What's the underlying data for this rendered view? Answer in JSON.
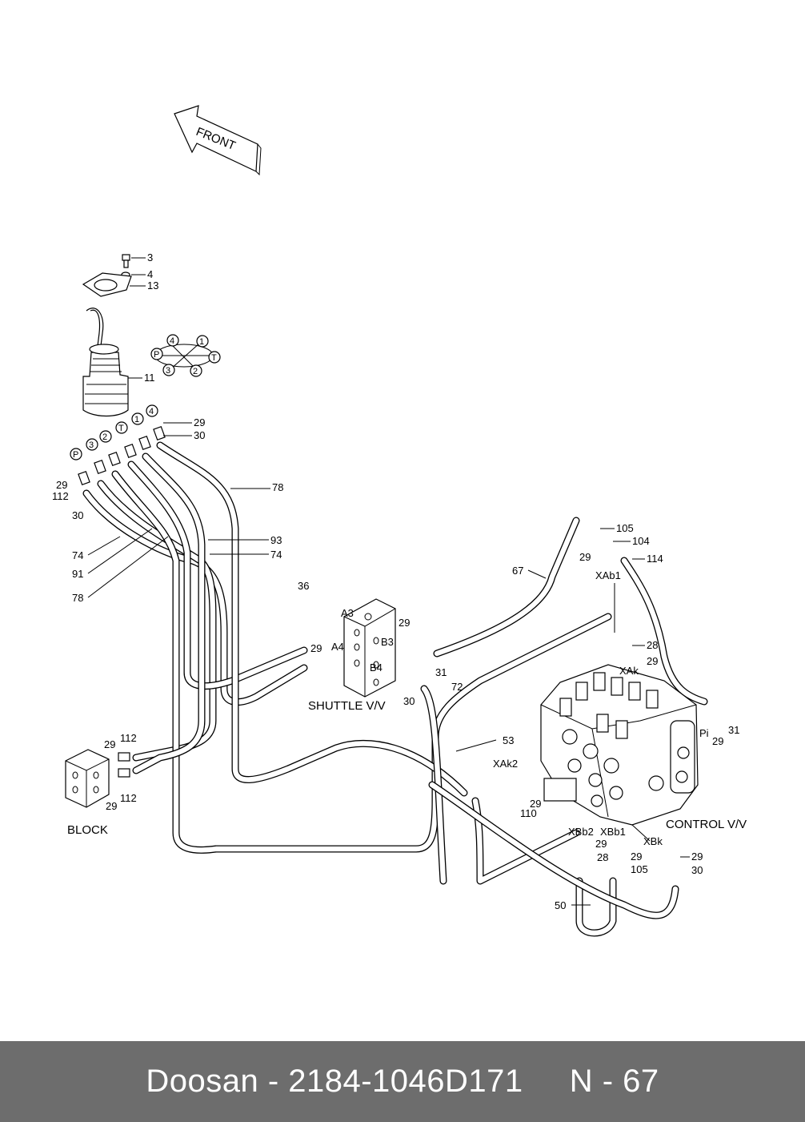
{
  "footer": {
    "text": "Doosan - 2184-1046D171     N - 67"
  },
  "front_arrow": {
    "label": "FRONT"
  },
  "assemblies": {
    "shuttle": "SHUTTLE V/V",
    "block": "BLOCK",
    "control": "CONTROL V/V"
  },
  "port_circle_diagram": [
    "4",
    "1",
    "P",
    "T",
    "3",
    "2"
  ],
  "port_circles_fittings": [
    "P",
    "3",
    "2",
    "T",
    "1",
    "4"
  ],
  "ports": [
    "A3",
    "A4",
    "B3",
    "B4",
    "XAb1",
    "XAk",
    "XAk2",
    "Pi",
    "XBb2",
    "XBb1",
    "XBk"
  ],
  "callouts": [
    "3",
    "4",
    "13",
    "11",
    "29",
    "30",
    "29",
    "112",
    "30",
    "78",
    "93",
    "74",
    "74",
    "91",
    "78",
    "36",
    "29",
    "29",
    "31",
    "72",
    "30",
    "67",
    "105",
    "104",
    "29",
    "114",
    "28",
    "29",
    "31",
    "29",
    "53",
    "29",
    "110",
    "29",
    "28",
    "29",
    "105",
    "29",
    "30",
    "50",
    "29",
    "112",
    "29",
    "112"
  ]
}
